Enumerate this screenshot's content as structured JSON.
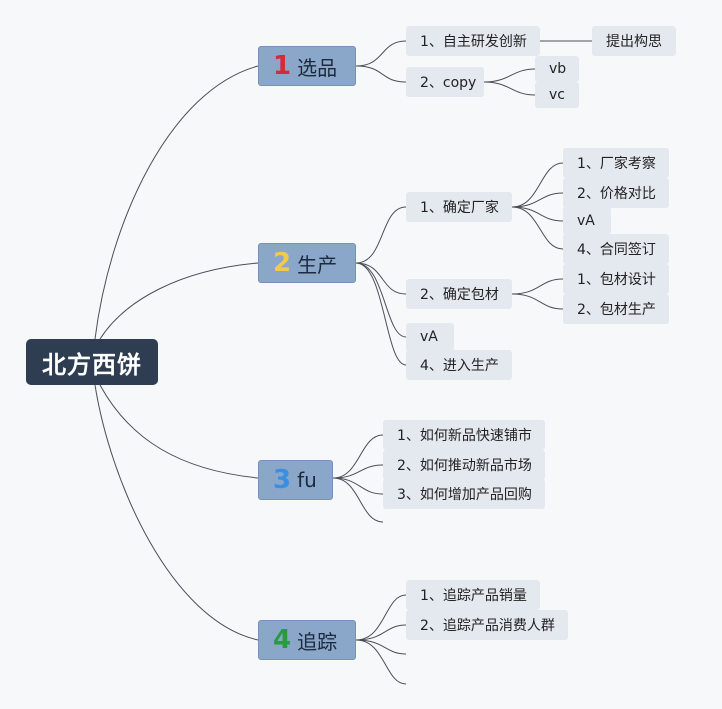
{
  "root": {
    "label": "北方西饼"
  },
  "branches": [
    {
      "number": "1",
      "label": "选品",
      "number_color": "#d42a3a",
      "children": [
        {
          "label": "1、自主研发创新",
          "children": [
            {
              "label": "提出构思"
            }
          ]
        },
        {
          "label": "2、copy",
          "children": [
            {
              "label": "vb"
            },
            {
              "label": "vc"
            }
          ]
        }
      ]
    },
    {
      "number": "2",
      "label": "生产",
      "number_color": "#f2c94c",
      "children": [
        {
          "label": "1、确定厂家",
          "children": [
            {
              "label": "1、厂家考察"
            },
            {
              "label": "2、价格对比"
            },
            {
              "label": "vA"
            },
            {
              "label": "4、合同签订"
            }
          ]
        },
        {
          "label": "2、确定包材",
          "children": [
            {
              "label": "1、包材设计"
            },
            {
              "label": "2、包材生产"
            }
          ]
        },
        {
          "label": "vA"
        },
        {
          "label": "4、进入生产"
        }
      ]
    },
    {
      "number": "3",
      "label": "fu",
      "number_color": "#3a8fe0",
      "children": [
        {
          "label": "1、如何新品快速铺市"
        },
        {
          "label": "2、如何推动新品市场"
        },
        {
          "label": "3、如何增加产品回购"
        }
      ]
    },
    {
      "number": "4",
      "label": "追踪",
      "number_color": "#2a9a3e",
      "children": [
        {
          "label": "1、追踪产品销量"
        },
        {
          "label": "2、追踪产品消费人群"
        }
      ]
    }
  ]
}
